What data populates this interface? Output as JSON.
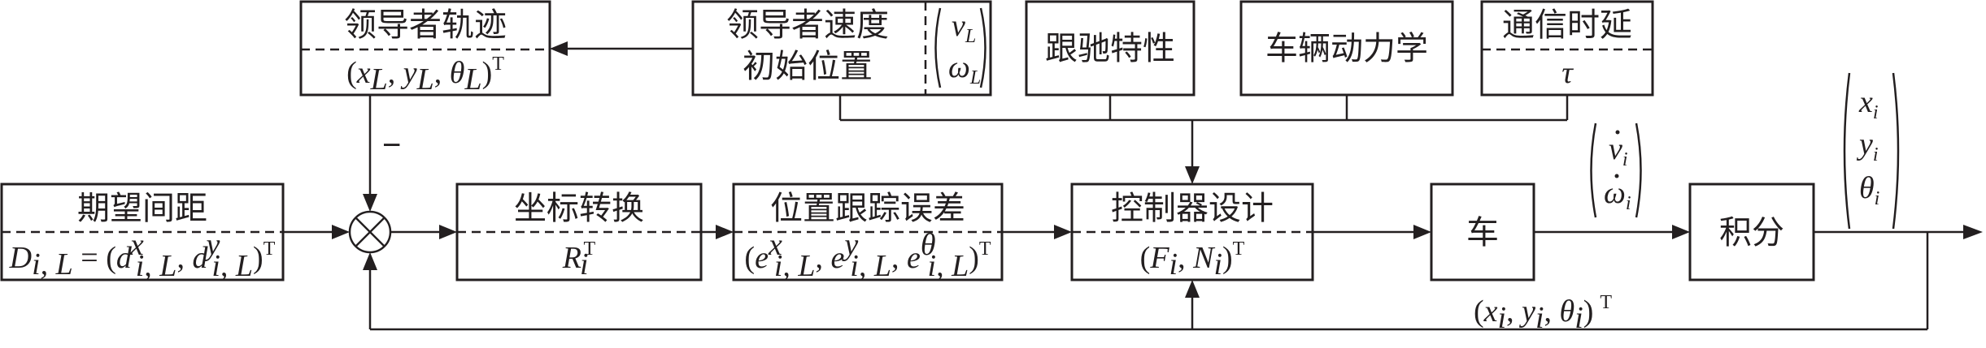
{
  "blocks": {
    "leader_traj": {
      "title": "领导者轨迹",
      "formula": "(x_L, y_L, θ_L)^T"
    },
    "leader_speed": {
      "line1": "领导者速度",
      "line2": "初始位置",
      "vec": [
        "v_L",
        "ω_L"
      ]
    },
    "car_following": {
      "title": "跟驰特性"
    },
    "vehicle_dynamics": {
      "title": "车辆动力学"
    },
    "comm_delay": {
      "title": "通信时延",
      "symbol": "τ"
    },
    "desired_spacing": {
      "title": "期望间距",
      "formula": "D_{i,L} = (d^x_{i,L}, d^y_{i,L})^T"
    },
    "coord_transform": {
      "title": "坐标转换",
      "formula": "R_i^T"
    },
    "tracking_error": {
      "title": "位置跟踪误差",
      "formula": "(e^x_{i,L}, e^y_{i,L}, e^θ_{i,L})^T"
    },
    "controller": {
      "title": "控制器设计",
      "formula": "(F_i, N_i)^T"
    },
    "vehicle": {
      "title": "车"
    },
    "integrator": {
      "title": "积分"
    }
  },
  "signals": {
    "minus_sign": "−",
    "velocity_vec": [
      "v̇_i",
      "ω̇_i"
    ],
    "state_vec": [
      "x_i",
      "y_i",
      "θ_i"
    ],
    "feedback": "(x_i, y_i, θ_i)^T"
  },
  "text": {
    "leader_traj_title": "领导者轨迹",
    "leader_speed_line1": "领导者速度",
    "leader_speed_line2": "初始位置",
    "car_following": "跟驰特性",
    "vehicle_dynamics": "车辆动力学",
    "comm_delay": "通信时延",
    "desired_spacing": "期望间距",
    "coord_transform": "坐标转换",
    "tracking_error": "位置跟踪误差",
    "controller": "控制器设计",
    "vehicle": "车",
    "integrator": "积分",
    "minus": "−",
    "v": "v",
    "L": "L",
    "omega": "ω",
    "x": "x",
    "y": "y",
    "theta": "θ",
    "i": "i",
    "iL": "i, L",
    "T": "T",
    "tau": "τ",
    "D": "D",
    "d": "d",
    "e": "e",
    "R": "R",
    "F": "F",
    "N": "N",
    "lp": "(",
    "rp": ")",
    "comma": ", ",
    "eq": " = ",
    "lparen_big": "(",
    "rparen_big": ")"
  }
}
